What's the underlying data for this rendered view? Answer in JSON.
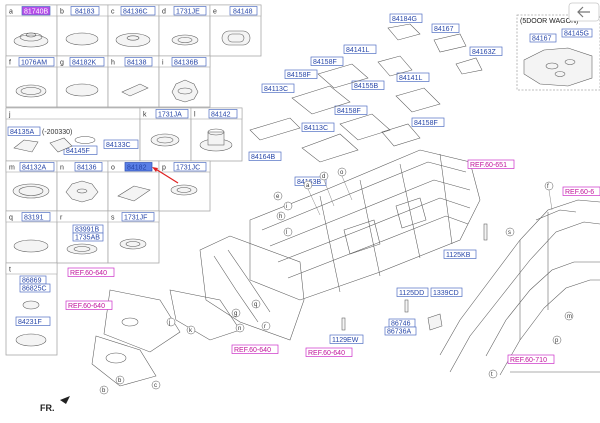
{
  "parts_grid": [
    {
      "letter": "a",
      "part": "81740B",
      "highlighted": true
    },
    {
      "letter": "b",
      "part": "84183"
    },
    {
      "letter": "c",
      "part": "84136C"
    },
    {
      "letter": "d",
      "part": "1731JE"
    },
    {
      "letter": "e",
      "part": "84148"
    },
    {
      "letter": "f",
      "part": "1076AM"
    },
    {
      "letter": "g",
      "part": "84182K"
    },
    {
      "letter": "h",
      "part": "84138"
    },
    {
      "letter": "i",
      "part": "84136B"
    },
    {
      "letter": "j",
      "part": ""
    },
    {
      "letter": "k",
      "part": "1731JA"
    },
    {
      "letter": "l",
      "part": "84142"
    },
    {
      "letter": "m",
      "part": "84132A"
    },
    {
      "letter": "n",
      "part": "84136"
    },
    {
      "letter": "o",
      "part": "84182",
      "selected": true
    },
    {
      "letter": "p",
      "part": "1731JC"
    },
    {
      "letter": "q",
      "part": "83191"
    },
    {
      "letter": "r",
      "part": ""
    },
    {
      "letter": "s",
      "part": "1731JF"
    },
    {
      "letter": "t",
      "part": ""
    }
  ],
  "cell_j": {
    "part_a": "84135A",
    "note": "(-200330)",
    "part_b": "84133C",
    "part_c": "84145F"
  },
  "cell_r": {
    "part_a": "83991B",
    "part_b": "1735AB"
  },
  "cell_t": {
    "part_a": "86869",
    "part_b": "86825C",
    "part_c": "84231F"
  },
  "floor_parts": [
    "84184G",
    "84167",
    "84163Z",
    "84141L",
    "84158F",
    "84158F",
    "84113C",
    "84155B",
    "84141L",
    "84158F",
    "84113C",
    "84158F",
    "84164B",
    "84163B"
  ],
  "wagon_box": {
    "title": "(5DOOR WAGON)",
    "part_a": "84167",
    "part_b": "84145G"
  },
  "right_parts": [
    "1125KB",
    "1125DD",
    "1339CD",
    "86746",
    "86736A",
    "1129EW"
  ],
  "refs": [
    "REF.60-651",
    "REF.60-6",
    "REF.60-640",
    "REF.60-640",
    "REF.60-640",
    "REF.60-640",
    "REF.60-710"
  ],
  "callouts": [
    "a",
    "b",
    "c",
    "d",
    "e",
    "f",
    "g",
    "h",
    "i",
    "j",
    "k",
    "l",
    "m",
    "n",
    "o",
    "p",
    "q",
    "r",
    "s",
    "t"
  ],
  "front_label": "FR."
}
